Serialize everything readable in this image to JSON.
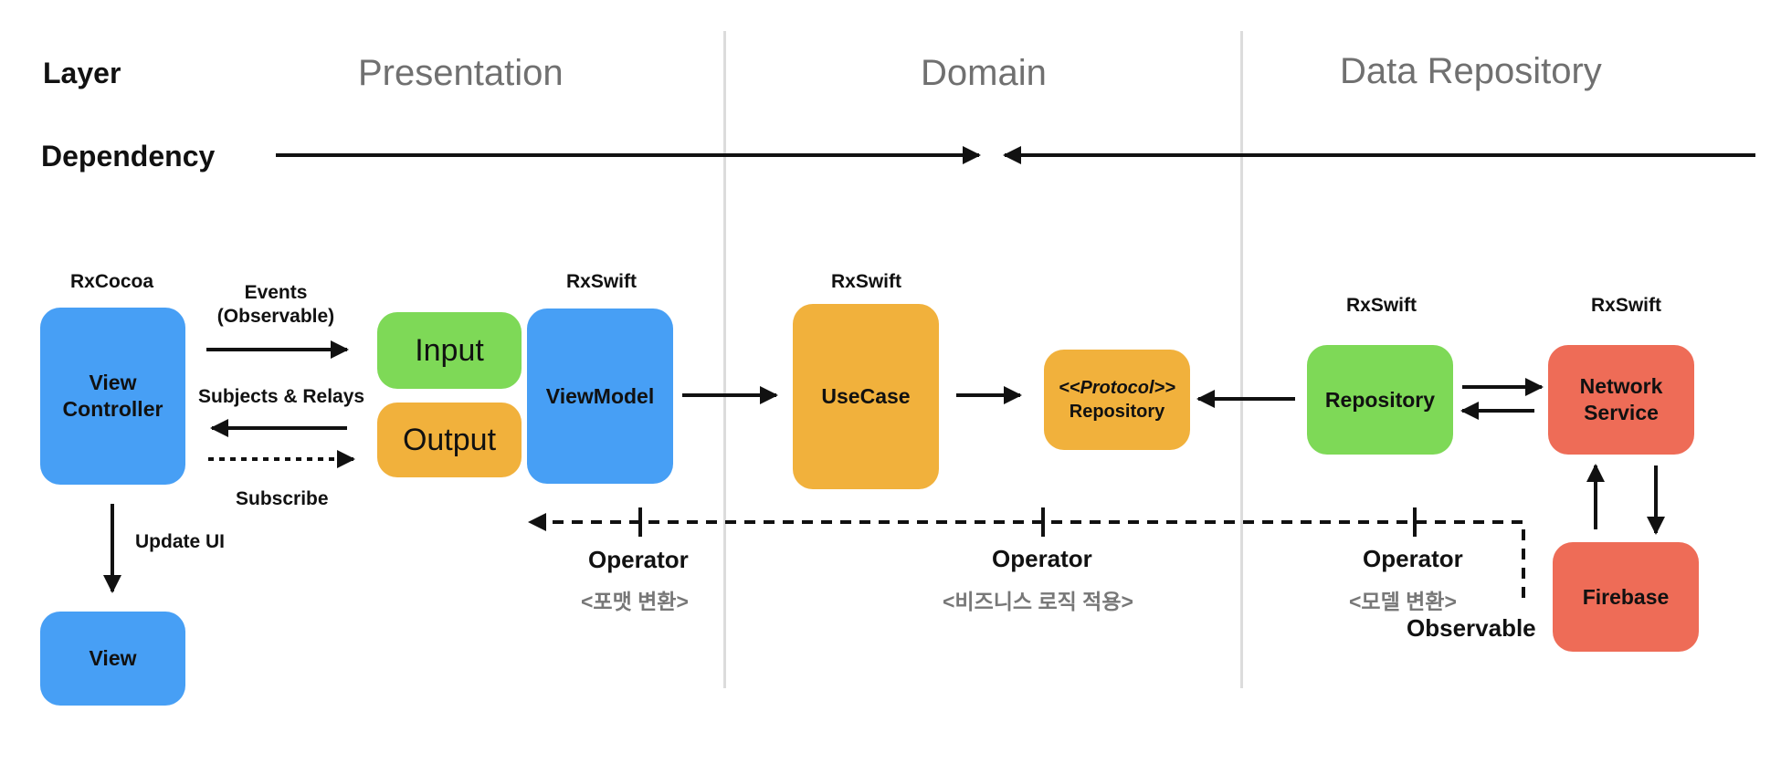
{
  "header": {
    "layer_label": "Layer",
    "dependency_label": "Dependency"
  },
  "layers": {
    "presentation": "Presentation",
    "domain": "Domain",
    "data": "Data Repository"
  },
  "tech_labels": {
    "rxcocoa": "RxCocoa",
    "rxswift_viewmodel": "RxSwift",
    "rxswift_usecase": "RxSwift",
    "rxswift_repository": "RxSwift",
    "rxswift_network": "RxSwift"
  },
  "nodes": {
    "view_controller": "View\nController",
    "view": "View",
    "input": "Input",
    "output": "Output",
    "viewmodel": "ViewModel",
    "usecase": "UseCase",
    "protocol_stereotype": "<<Protocol>>",
    "protocol_repository": "Repository",
    "repository": "Repository",
    "network_service": "Network\nService",
    "firebase": "Firebase"
  },
  "edges": {
    "events": "Events\n(Observable)",
    "subjects_relays": "Subjects & Relays",
    "subscribe": "Subscribe",
    "update_ui": "Update UI",
    "observable": "Observable"
  },
  "operators": [
    {
      "label": "Operator",
      "sub": "<포맷 변환>"
    },
    {
      "label": "Operator",
      "sub": "<비즈니스 로직 적용>"
    },
    {
      "label": "Operator",
      "sub": "<모델 변환>"
    }
  ],
  "colors": {
    "presentation_blue": "#479ff5",
    "green": "#7ed957",
    "orange": "#f1b13c",
    "red": "#ee6c57",
    "divider": "#dcdcdc",
    "layer_text": "#707070"
  }
}
